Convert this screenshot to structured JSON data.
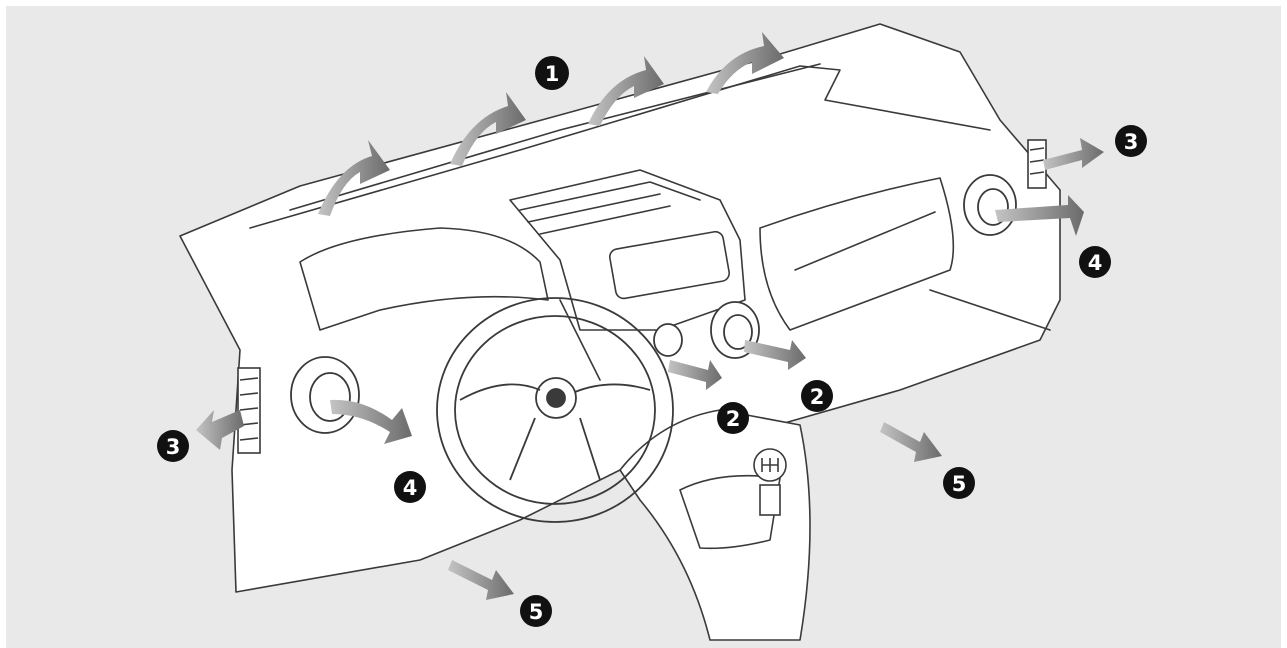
{
  "colors": {
    "background": "#e9e9e9",
    "frame": "#ffffff",
    "line": "#3a3a3a",
    "panel": "#ffffff",
    "marker_fill": "#111111",
    "marker_text": "#ffffff",
    "arrow_dark": "#6b6b6b",
    "arrow_light": "#c4c4c4"
  },
  "callouts": [
    {
      "label": "1",
      "target": "windscreen-demister-vents"
    },
    {
      "label": "3",
      "target": "right-side-window-vent"
    },
    {
      "label": "4",
      "target": "right-dashboard-vent"
    },
    {
      "label": "2",
      "target": "center-right-vent"
    },
    {
      "label": "2",
      "target": "center-left-vent"
    },
    {
      "label": "3",
      "target": "left-side-window-vent"
    },
    {
      "label": "4",
      "target": "left-dashboard-vent"
    },
    {
      "label": "5",
      "target": "right-footwell-vent"
    },
    {
      "label": "5",
      "target": "left-footwell-vent"
    }
  ],
  "icons": [
    "airflow-arrow-icon",
    "steering-wheel-icon",
    "gear-knob-icon",
    "round-vent-icon"
  ]
}
